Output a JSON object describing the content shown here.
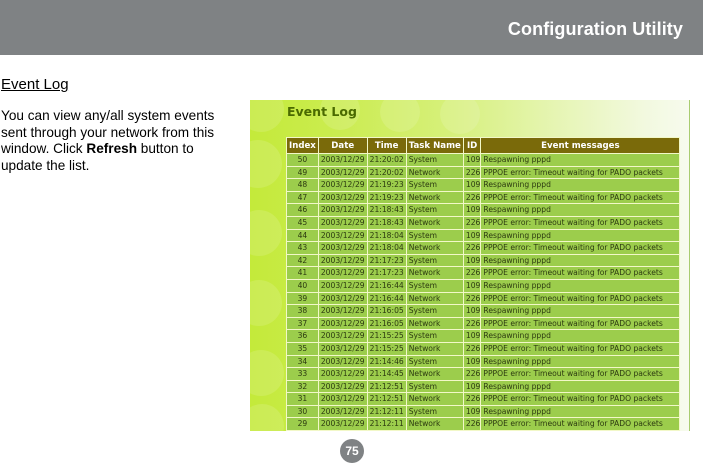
{
  "header": {
    "title": "Configuration Utility"
  },
  "section": {
    "title": "Event Log",
    "description_before": "You can view any/all system events sent through your network from this window. Click ",
    "description_bold": "Refresh",
    "description_after": " button to update the list."
  },
  "screenshot": {
    "title": "Event Log",
    "columns": [
      "Index",
      "Date",
      "Time",
      "Task Name",
      "ID",
      "Event messages"
    ],
    "rows": [
      {
        "index": "50",
        "date": "2003/12/29",
        "time": "21:20:02",
        "task": "System",
        "id": "109",
        "msg": "Respawning pppd"
      },
      {
        "index": "49",
        "date": "2003/12/29",
        "time": "21:20:02",
        "task": "Network",
        "id": "226",
        "msg": "PPPOE error: Timeout waiting for PADO packets"
      },
      {
        "index": "48",
        "date": "2003/12/29",
        "time": "21:19:23",
        "task": "System",
        "id": "109",
        "msg": "Respawning pppd"
      },
      {
        "index": "47",
        "date": "2003/12/29",
        "time": "21:19:23",
        "task": "Network",
        "id": "226",
        "msg": "PPPOE error: Timeout waiting for PADO packets"
      },
      {
        "index": "46",
        "date": "2003/12/29",
        "time": "21:18:43",
        "task": "System",
        "id": "109",
        "msg": "Respawning pppd"
      },
      {
        "index": "45",
        "date": "2003/12/29",
        "time": "21:18:43",
        "task": "Network",
        "id": "226",
        "msg": "PPPOE error: Timeout waiting for PADO packets"
      },
      {
        "index": "44",
        "date": "2003/12/29",
        "time": "21:18:04",
        "task": "System",
        "id": "109",
        "msg": "Respawning pppd"
      },
      {
        "index": "43",
        "date": "2003/12/29",
        "time": "21:18:04",
        "task": "Network",
        "id": "226",
        "msg": "PPPOE error: Timeout waiting for PADO packets"
      },
      {
        "index": "42",
        "date": "2003/12/29",
        "time": "21:17:23",
        "task": "System",
        "id": "109",
        "msg": "Respawning pppd"
      },
      {
        "index": "41",
        "date": "2003/12/29",
        "time": "21:17:23",
        "task": "Network",
        "id": "226",
        "msg": "PPPOE error: Timeout waiting for PADO packets"
      },
      {
        "index": "40",
        "date": "2003/12/29",
        "time": "21:16:44",
        "task": "System",
        "id": "109",
        "msg": "Respawning pppd"
      },
      {
        "index": "39",
        "date": "2003/12/29",
        "time": "21:16:44",
        "task": "Network",
        "id": "226",
        "msg": "PPPOE error: Timeout waiting for PADO packets"
      },
      {
        "index": "38",
        "date": "2003/12/29",
        "time": "21:16:05",
        "task": "System",
        "id": "109",
        "msg": "Respawning pppd"
      },
      {
        "index": "37",
        "date": "2003/12/29",
        "time": "21:16:05",
        "task": "Network",
        "id": "226",
        "msg": "PPPOE error: Timeout waiting for PADO packets"
      },
      {
        "index": "36",
        "date": "2003/12/29",
        "time": "21:15:25",
        "task": "System",
        "id": "109",
        "msg": "Respawning pppd"
      },
      {
        "index": "35",
        "date": "2003/12/29",
        "time": "21:15:25",
        "task": "Network",
        "id": "226",
        "msg": "PPPOE error: Timeout waiting for PADO packets"
      },
      {
        "index": "34",
        "date": "2003/12/29",
        "time": "21:14:46",
        "task": "System",
        "id": "109",
        "msg": "Respawning pppd"
      },
      {
        "index": "33",
        "date": "2003/12/29",
        "time": "21:14:45",
        "task": "Network",
        "id": "226",
        "msg": "PPPOE error: Timeout waiting for PADO packets"
      },
      {
        "index": "32",
        "date": "2003/12/29",
        "time": "21:12:51",
        "task": "System",
        "id": "109",
        "msg": "Respawning pppd"
      },
      {
        "index": "31",
        "date": "2003/12/29",
        "time": "21:12:51",
        "task": "Network",
        "id": "226",
        "msg": "PPPOE error: Timeout waiting for PADO packets"
      },
      {
        "index": "30",
        "date": "2003/12/29",
        "time": "21:12:11",
        "task": "System",
        "id": "109",
        "msg": "Respawning pppd"
      },
      {
        "index": "29",
        "date": "2003/12/29",
        "time": "21:12:11",
        "task": "Network",
        "id": "226",
        "msg": "PPPOE error: Timeout waiting for PADO packets"
      }
    ]
  },
  "footer": {
    "page_number": "75"
  },
  "colors": {
    "topbar": "#7f8284",
    "table_header": "#7a6a0a",
    "table_cell": "#9ccd4c",
    "panel_green": "#c4ea3a"
  }
}
